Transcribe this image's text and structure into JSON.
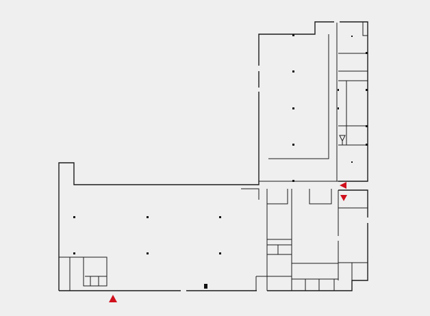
{
  "view": {
    "background": "#efefef",
    "wall_color": "#1a1a1a",
    "marker_color": "#d0101c"
  },
  "markers": [
    {
      "id": "marker-south-entrance",
      "icon": "triangle-up-icon"
    },
    {
      "id": "marker-east-entrance",
      "icon": "triangle-left-icon"
    },
    {
      "id": "marker-east-corridor",
      "icon": "triangle-down-icon"
    }
  ]
}
